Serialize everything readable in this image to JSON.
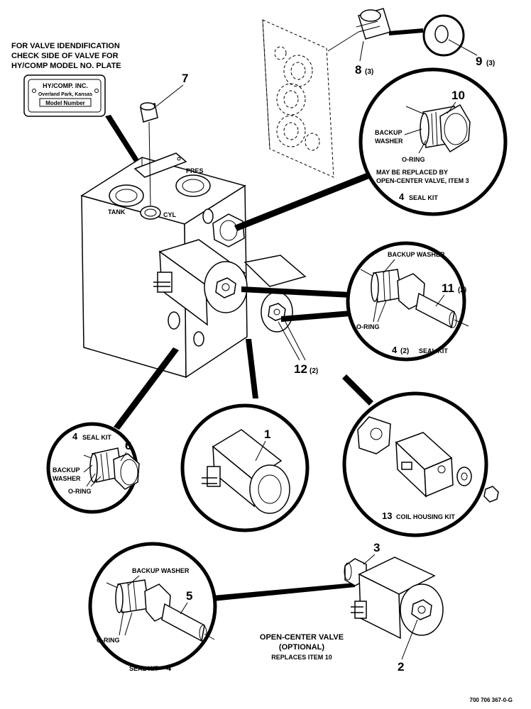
{
  "note": {
    "line1": "FOR VALVE IDENDIFICATION",
    "line2": "CHECK SIDE OF VALVE FOR",
    "line3": "HY/COMP MODEL NO. PLATE"
  },
  "model_plate": {
    "line1": "HY/COMP. INC.",
    "line2": "Overland Park, Kansas",
    "line3": "Model Number"
  },
  "block_ports": {
    "pres": "PRES",
    "tank": "TANK",
    "cyl": "CYL"
  },
  "callouts": {
    "c1": "1",
    "c2": "2",
    "c3": "3",
    "c4a": "4",
    "c4b": "4",
    "c4c": "4",
    "c4d": "4",
    "c5": "5",
    "c6": "6",
    "c7": "7",
    "c8": "8",
    "c8q": "(3)",
    "c9": "9",
    "c9q": "(3)",
    "c10": "10",
    "c11": "11",
    "c11q": "(2)",
    "c12": "12",
    "c12q": "(2)",
    "c4bq": "(2)",
    "c13": "13"
  },
  "labels": {
    "backup_washer": "BACKUP WASHER",
    "backup": "BACKUP",
    "washer": "WASHER",
    "o_ring": "O-RING",
    "seal_kit": "SEAL KIT",
    "coil_housing_kit": "COIL HOUSING KIT",
    "replaced_by_1": "MAY BE REPLACED BY",
    "replaced_by_2": "OPEN-CENTER VALVE, ITEM 3",
    "open_center_1": "OPEN-CENTER VALVE",
    "open_center_2": "(OPTIONAL)",
    "open_center_3": "REPLACES ITEM 10"
  },
  "drawing_number": "700 706 367-0-G"
}
